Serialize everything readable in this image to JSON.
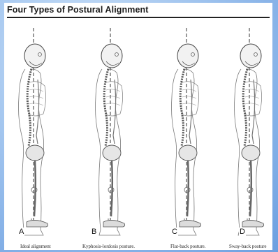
{
  "figure": {
    "title": "Four Types of Postural Alignment",
    "panels": [
      {
        "letter": "A",
        "caption": "Ideal alignment"
      },
      {
        "letter": "B",
        "caption": "Kyphosis-lordosis posture."
      },
      {
        "letter": "C",
        "caption": "Flat-back posture."
      },
      {
        "letter": "D",
        "caption": "Sway-back posture"
      }
    ]
  },
  "colors": {
    "background": "#7fb0e6",
    "panel": "#ffffff",
    "ink": "#222222"
  }
}
